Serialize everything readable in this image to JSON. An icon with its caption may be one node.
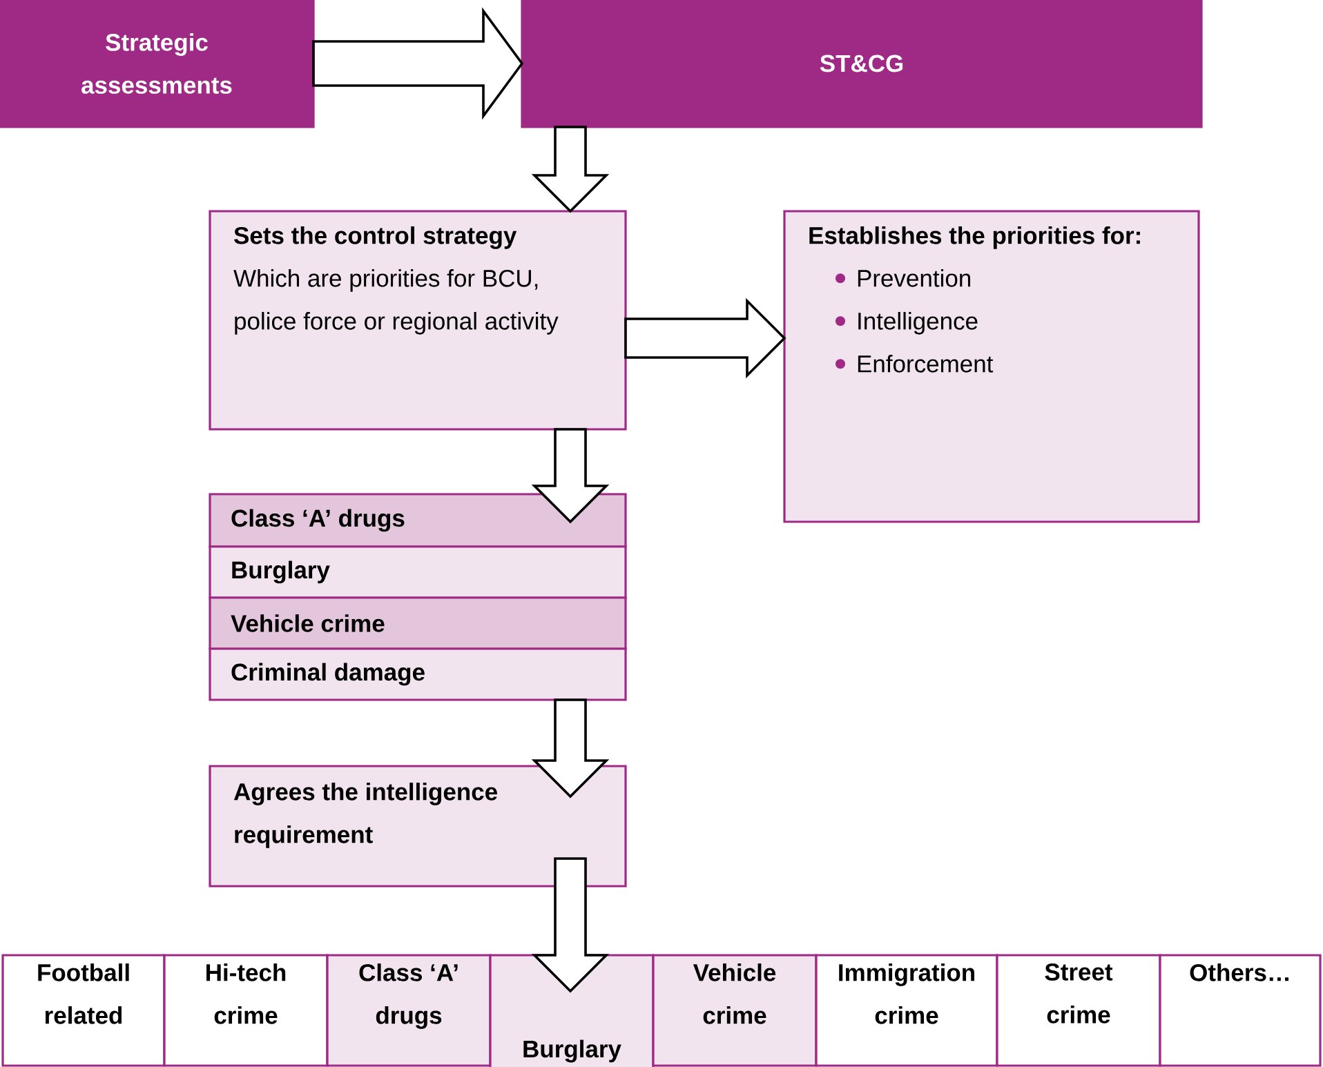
{
  "diagram": {
    "nodes": [
      {
        "text": [
          "Strategic assessments"
        ]
      },
      {
        "text": [
          "ST&CG"
        ]
      },
      {
        "text": [
          "Sets the control strategy",
          "Which are priorities for BCU, police force or regional activity"
        ]
      },
      {
        "text": [
          "Establishes the priorities for:",
          "Prevention",
          "Intelligence",
          "Enforcement"
        ]
      },
      {
        "text": [
          "Class ‘A’ drugs"
        ]
      },
      {
        "text": [
          "Burglary"
        ]
      },
      {
        "text": [
          "Vehicle crime"
        ]
      },
      {
        "text": [
          "Criminal damage"
        ]
      },
      {
        "text": [
          "Agrees the intelligence requirement"
        ]
      },
      {
        "text": [
          "Football related"
        ]
      },
      {
        "text": [
          "Hi-tech crime"
        ]
      },
      {
        "text": [
          "Class ‘A’ drugs"
        ]
      },
      {
        "text": [
          "Burglary"
        ]
      },
      {
        "text": [
          "Vehicle crime"
        ]
      },
      {
        "text": [
          "Immigration crime"
        ]
      },
      {
        "text": [
          "Street crime"
        ]
      },
      {
        "text": [
          "Others…"
        ]
      }
    ],
    "edges": [
      {
        "from": 0,
        "to": 1,
        "arrow": "to"
      },
      {
        "from": 1,
        "to": 2,
        "arrow": "to"
      },
      {
        "from": 2,
        "to": 3,
        "arrow": "to"
      },
      {
        "from": 2,
        "to": 4,
        "arrow": "to"
      },
      {
        "from": 7,
        "to": 8,
        "arrow": "to"
      },
      {
        "from": 8,
        "to": 12,
        "arrow": "to"
      }
    ]
  }
}
